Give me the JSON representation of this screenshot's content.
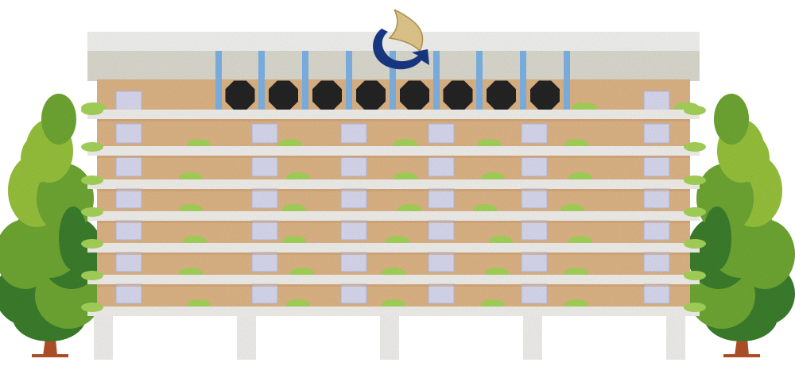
{
  "scene": {
    "subject": "building-illustration",
    "floors": 7,
    "dark_windows": 8,
    "colors": {
      "background": "#ffffff",
      "roof": "#dddbd0",
      "roof_cap": "#f3f3f1",
      "wall": "#deb586",
      "wall_dark": "#cf9f70",
      "ledge": "#f2f1ee",
      "window": "#d9daf0",
      "window_edge": "#b9bbe0",
      "planter": "#a6d45a",
      "blue_stripe": "#7fb4e6",
      "dark_window": "#262626",
      "pillar": "#f1f0ed",
      "tree_light": "#97c23e",
      "tree_mid": "#6fa834",
      "tree_dark": "#3d7f2f",
      "trunk": "#b4532c",
      "logo_gold": "#e3c98e",
      "logo_blue": "#1d3b85"
    },
    "icons": [
      "logo-emblem-icon",
      "tree-icon"
    ]
  }
}
